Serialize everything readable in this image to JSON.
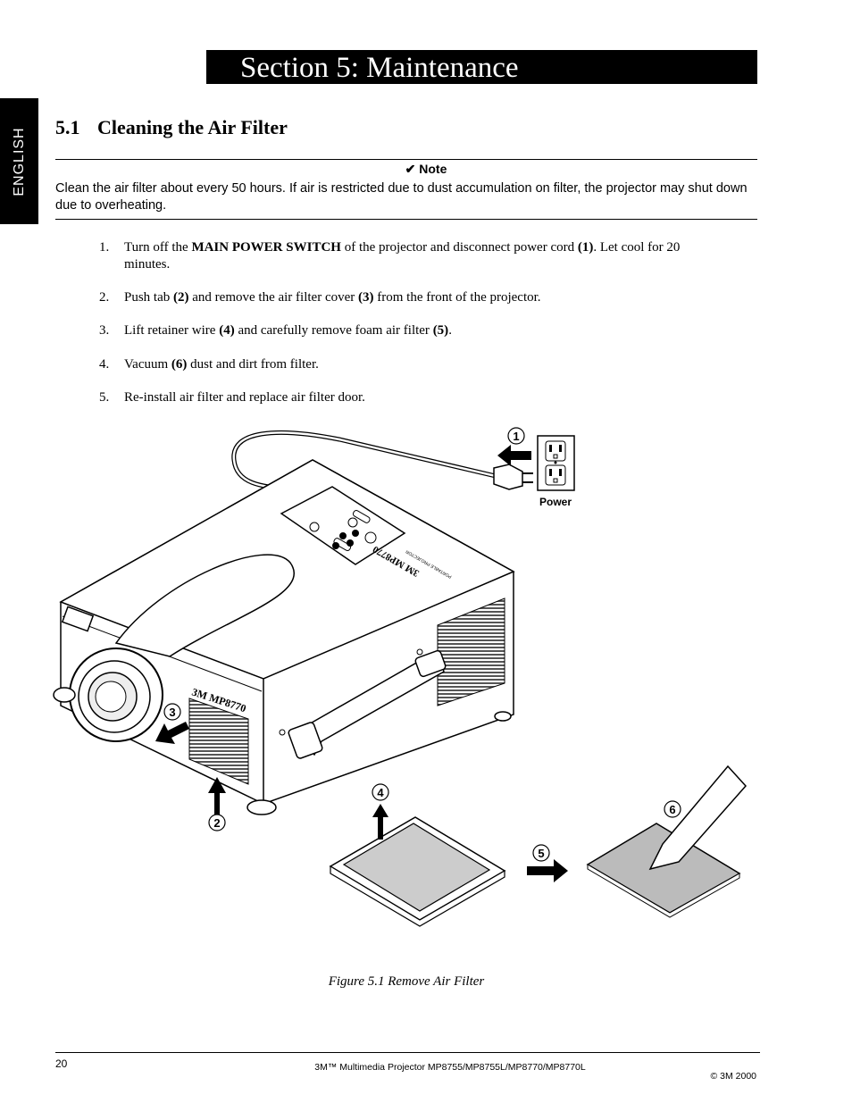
{
  "header": {
    "section_title": "Section 5: Maintenance"
  },
  "side_tab": {
    "label": "ENGLISH"
  },
  "subsection": {
    "number": "5.1",
    "title": "Cleaning the Air Filter"
  },
  "note": {
    "title": "✔ Note",
    "text": "Clean the air filter about every 50 hours. If air is restricted due to dust accumulation on filter, the projector may shut down due to overheating."
  },
  "steps": [
    {
      "number": "1.",
      "segments": [
        {
          "text": "Turn off the "
        },
        {
          "text": "MAIN POWER SWITCH",
          "bold": true
        },
        {
          "text": " of the projector and disconnect power cord "
        },
        {
          "text": "(1)",
          "bold": true
        },
        {
          "text": ". Let cool for 20 minutes."
        }
      ]
    },
    {
      "number": "2.",
      "segments": [
        {
          "text": "Push tab "
        },
        {
          "text": "(2)",
          "bold": true
        },
        {
          "text": " and remove the air filter cover "
        },
        {
          "text": "(3)",
          "bold": true
        },
        {
          "text": " from the front of the projector."
        }
      ]
    },
    {
      "number": "3.",
      "segments": [
        {
          "text": "Lift retainer wire "
        },
        {
          "text": "(4)",
          "bold": true
        },
        {
          "text": " and carefully remove foam air filter "
        },
        {
          "text": "(5)",
          "bold": true
        },
        {
          "text": "."
        }
      ]
    },
    {
      "number": "4.",
      "segments": [
        {
          "text": "Vacuum "
        },
        {
          "text": "(6)",
          "bold": true
        },
        {
          "text": " dust and dirt from filter."
        }
      ]
    },
    {
      "number": "5.",
      "segments": [
        {
          "text": "Re-install air filter and replace air filter door."
        }
      ]
    }
  ],
  "figure": {
    "callouts": [
      "1",
      "2",
      "3",
      "4",
      "5",
      "6"
    ],
    "power_label": "Power",
    "projector_front_label": "3M MP8770",
    "projector_top_label": "3M MP8770",
    "projector_top_sublabel": "PORTABLE PROJECTOR",
    "caption": "Figure 5.1  Remove Air Filter"
  },
  "footer": {
    "page_number": "20",
    "product": "3M™ Multimedia Projector MP8755/MP8755L/MP8770/MP8770L",
    "copyright": "© 3M 2000"
  }
}
